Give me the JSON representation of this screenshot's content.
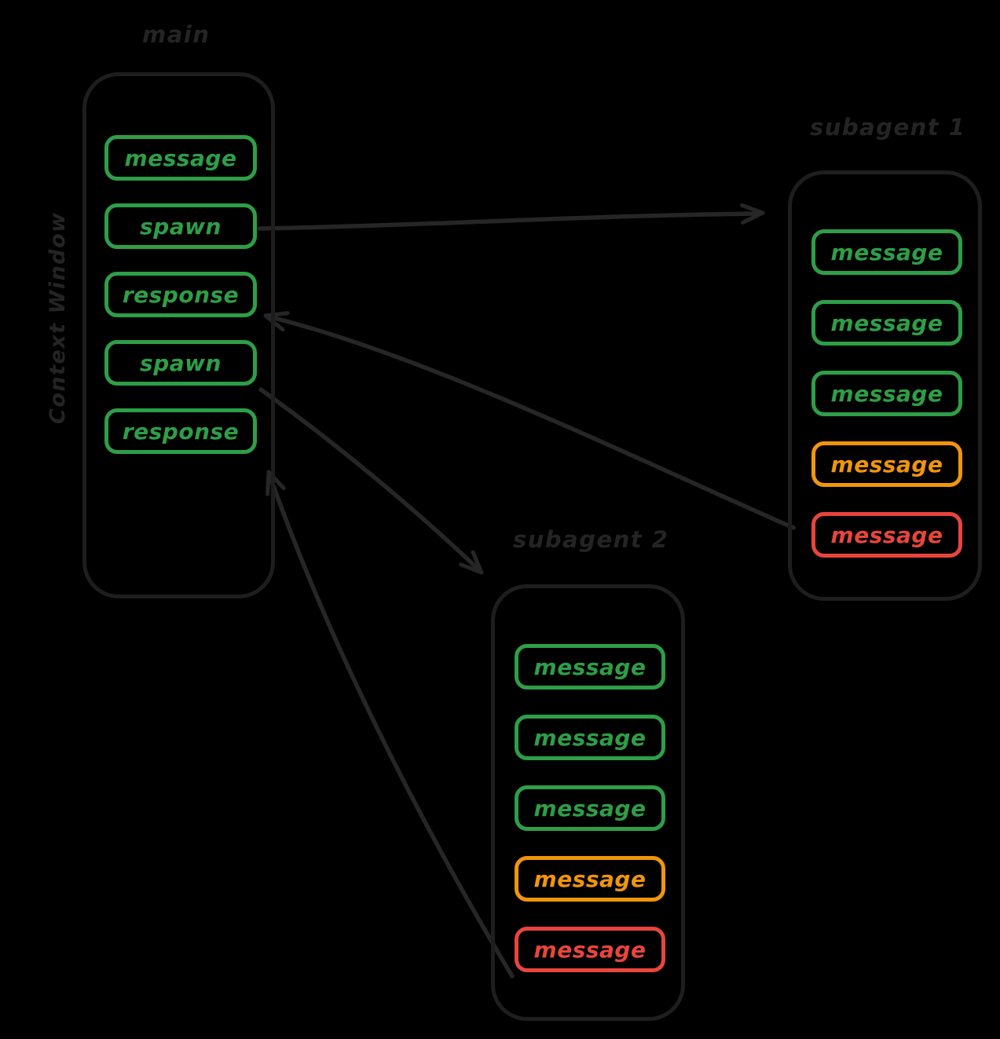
{
  "diagram": {
    "title_labels": {
      "context_window": "Context Window",
      "main": "main",
      "subagent_1": "subagent 1",
      "subagent_2": "subagent 2"
    },
    "colors": {
      "background": "#000000",
      "container_stroke": "#1e1e1e",
      "label_text": "#242424",
      "green": "#2e9e47",
      "orange": "#f0960a",
      "red": "#e8453c",
      "arrow": "#262626"
    },
    "agents": [
      {
        "id": "main",
        "label": "main",
        "items": [
          {
            "label": "message",
            "status": "green"
          },
          {
            "label": "spawn",
            "status": "green"
          },
          {
            "label": "response",
            "status": "green"
          },
          {
            "label": "spawn",
            "status": "green"
          },
          {
            "label": "response",
            "status": "green"
          }
        ]
      },
      {
        "id": "subagent-1",
        "label": "subagent 1",
        "items": [
          {
            "label": "message",
            "status": "green"
          },
          {
            "label": "message",
            "status": "green"
          },
          {
            "label": "message",
            "status": "green"
          },
          {
            "label": "message",
            "status": "orange"
          },
          {
            "label": "message",
            "status": "red"
          }
        ]
      },
      {
        "id": "subagent-2",
        "label": "subagent 2",
        "items": [
          {
            "label": "message",
            "status": "green"
          },
          {
            "label": "message",
            "status": "green"
          },
          {
            "label": "message",
            "status": "green"
          },
          {
            "label": "message",
            "status": "orange"
          },
          {
            "label": "message",
            "status": "red"
          }
        ]
      }
    ],
    "arrows": [
      {
        "id": "spawn1-to-subagent1",
        "from": "main.spawn[0]",
        "to": "subagent-1"
      },
      {
        "id": "subagent1-to-response1",
        "from": "subagent-1.message[4]",
        "to": "main.response[0]"
      },
      {
        "id": "spawn2-to-subagent2",
        "from": "main.spawn[1]",
        "to": "subagent-2"
      },
      {
        "id": "subagent2-to-response2",
        "from": "subagent-2.message[4]",
        "to": "main.response[1]"
      }
    ]
  }
}
